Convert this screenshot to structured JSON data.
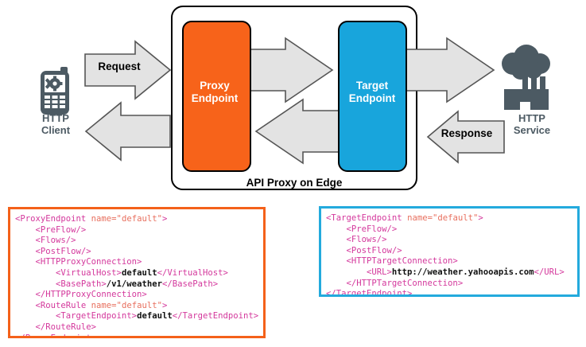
{
  "diagram": {
    "title": "API Proxy on Edge",
    "client": {
      "label": "HTTP\nClient",
      "icon": "mobile-phone-gear-icon",
      "color": "#4c5a63"
    },
    "service": {
      "label": "HTTP\nService",
      "icon": "cloud-factory-icon",
      "color": "#4c5a63"
    },
    "arrows": [
      {
        "name": "request-arrow",
        "label": "Request",
        "direction": "right"
      },
      {
        "name": "client-response-arrow",
        "label": "",
        "direction": "left"
      },
      {
        "name": "proxy-to-target-arrow",
        "label": "",
        "direction": "right"
      },
      {
        "name": "target-to-proxy-arrow",
        "label": "",
        "direction": "left"
      },
      {
        "name": "target-to-service-arrow",
        "label": "",
        "direction": "right"
      },
      {
        "name": "response-arrow",
        "label": "Response",
        "direction": "left"
      }
    ],
    "boxes": [
      {
        "name": "proxy-endpoint-box",
        "label": "Proxy\nEndpoint",
        "color": "#f7631a",
        "text_color": "#ffffff"
      },
      {
        "name": "target-endpoint-box",
        "label": "Target\nEndpoint",
        "color": "#18a5dc",
        "text_color": "#ffffff"
      }
    ],
    "colors": {
      "arrow_fill": "#e3e3e3",
      "arrow_stroke": "#555555",
      "container_stroke": "#000000",
      "orange": "#f7631a",
      "blue": "#18a5dc",
      "icon_gray": "#4c5a63"
    }
  },
  "code_proxy": {
    "name": "proxy-endpoint-xml",
    "border_color": "#f4611a",
    "lines": [
      {
        "indent": 0,
        "parts": [
          {
            "t": "tag",
            "v": "<ProxyEndpoint "
          },
          {
            "t": "attr",
            "v": "name=\"default\""
          },
          {
            "t": "tag",
            "v": ">"
          }
        ]
      },
      {
        "indent": 1,
        "parts": [
          {
            "t": "tag",
            "v": "<PreFlow/>"
          }
        ]
      },
      {
        "indent": 1,
        "parts": [
          {
            "t": "tag",
            "v": "<Flows/>"
          }
        ]
      },
      {
        "indent": 1,
        "parts": [
          {
            "t": "tag",
            "v": "<PostFlow/>"
          }
        ]
      },
      {
        "indent": 1,
        "parts": [
          {
            "t": "tag",
            "v": "<HTTPProxyConnection>"
          }
        ]
      },
      {
        "indent": 2,
        "parts": [
          {
            "t": "tag",
            "v": "<VirtualHost>"
          },
          {
            "t": "text",
            "v": "default"
          },
          {
            "t": "tag",
            "v": "</VirtualHost>"
          }
        ]
      },
      {
        "indent": 2,
        "parts": [
          {
            "t": "tag",
            "v": "<BasePath>"
          },
          {
            "t": "text",
            "v": "/v1/weather"
          },
          {
            "t": "tag",
            "v": "</BasePath>"
          }
        ]
      },
      {
        "indent": 1,
        "parts": [
          {
            "t": "tag",
            "v": "</HTTPProxyConnection>"
          }
        ]
      },
      {
        "indent": 1,
        "parts": [
          {
            "t": "tag",
            "v": "<RouteRule "
          },
          {
            "t": "attr",
            "v": "name=\"default\""
          },
          {
            "t": "tag",
            "v": ">"
          }
        ]
      },
      {
        "indent": 2,
        "parts": [
          {
            "t": "tag",
            "v": "<TargetEndpoint>"
          },
          {
            "t": "text",
            "v": "default"
          },
          {
            "t": "tag",
            "v": "</TargetEndpoint>"
          }
        ]
      },
      {
        "indent": 1,
        "parts": [
          {
            "t": "tag",
            "v": "</RouteRule>"
          }
        ]
      },
      {
        "indent": 0,
        "parts": [
          {
            "t": "tag",
            "v": "</ProxyEndpoint>"
          }
        ]
      }
    ]
  },
  "code_target": {
    "name": "target-endpoint-xml",
    "border_color": "#23aadd",
    "lines": [
      {
        "indent": 0,
        "parts": [
          {
            "t": "tag",
            "v": "<TargetEndpoint "
          },
          {
            "t": "attr",
            "v": "name=\"default\""
          },
          {
            "t": "tag",
            "v": ">"
          }
        ]
      },
      {
        "indent": 1,
        "parts": [
          {
            "t": "tag",
            "v": "<PreFlow/>"
          }
        ]
      },
      {
        "indent": 1,
        "parts": [
          {
            "t": "tag",
            "v": "<Flows/>"
          }
        ]
      },
      {
        "indent": 1,
        "parts": [
          {
            "t": "tag",
            "v": "<PostFlow/>"
          }
        ]
      },
      {
        "indent": 1,
        "parts": [
          {
            "t": "tag",
            "v": "<HTTPTargetConnection>"
          }
        ]
      },
      {
        "indent": 2,
        "parts": [
          {
            "t": "tag",
            "v": "<URL>"
          },
          {
            "t": "text",
            "v": "http://weather.yahooapis.com"
          },
          {
            "t": "tag",
            "v": "</URL>"
          }
        ]
      },
      {
        "indent": 1,
        "parts": [
          {
            "t": "tag",
            "v": "</HTTPTargetConnection>"
          }
        ]
      },
      {
        "indent": 0,
        "parts": [
          {
            "t": "tag",
            "v": "</TargetEndpoint>"
          }
        ]
      }
    ]
  }
}
